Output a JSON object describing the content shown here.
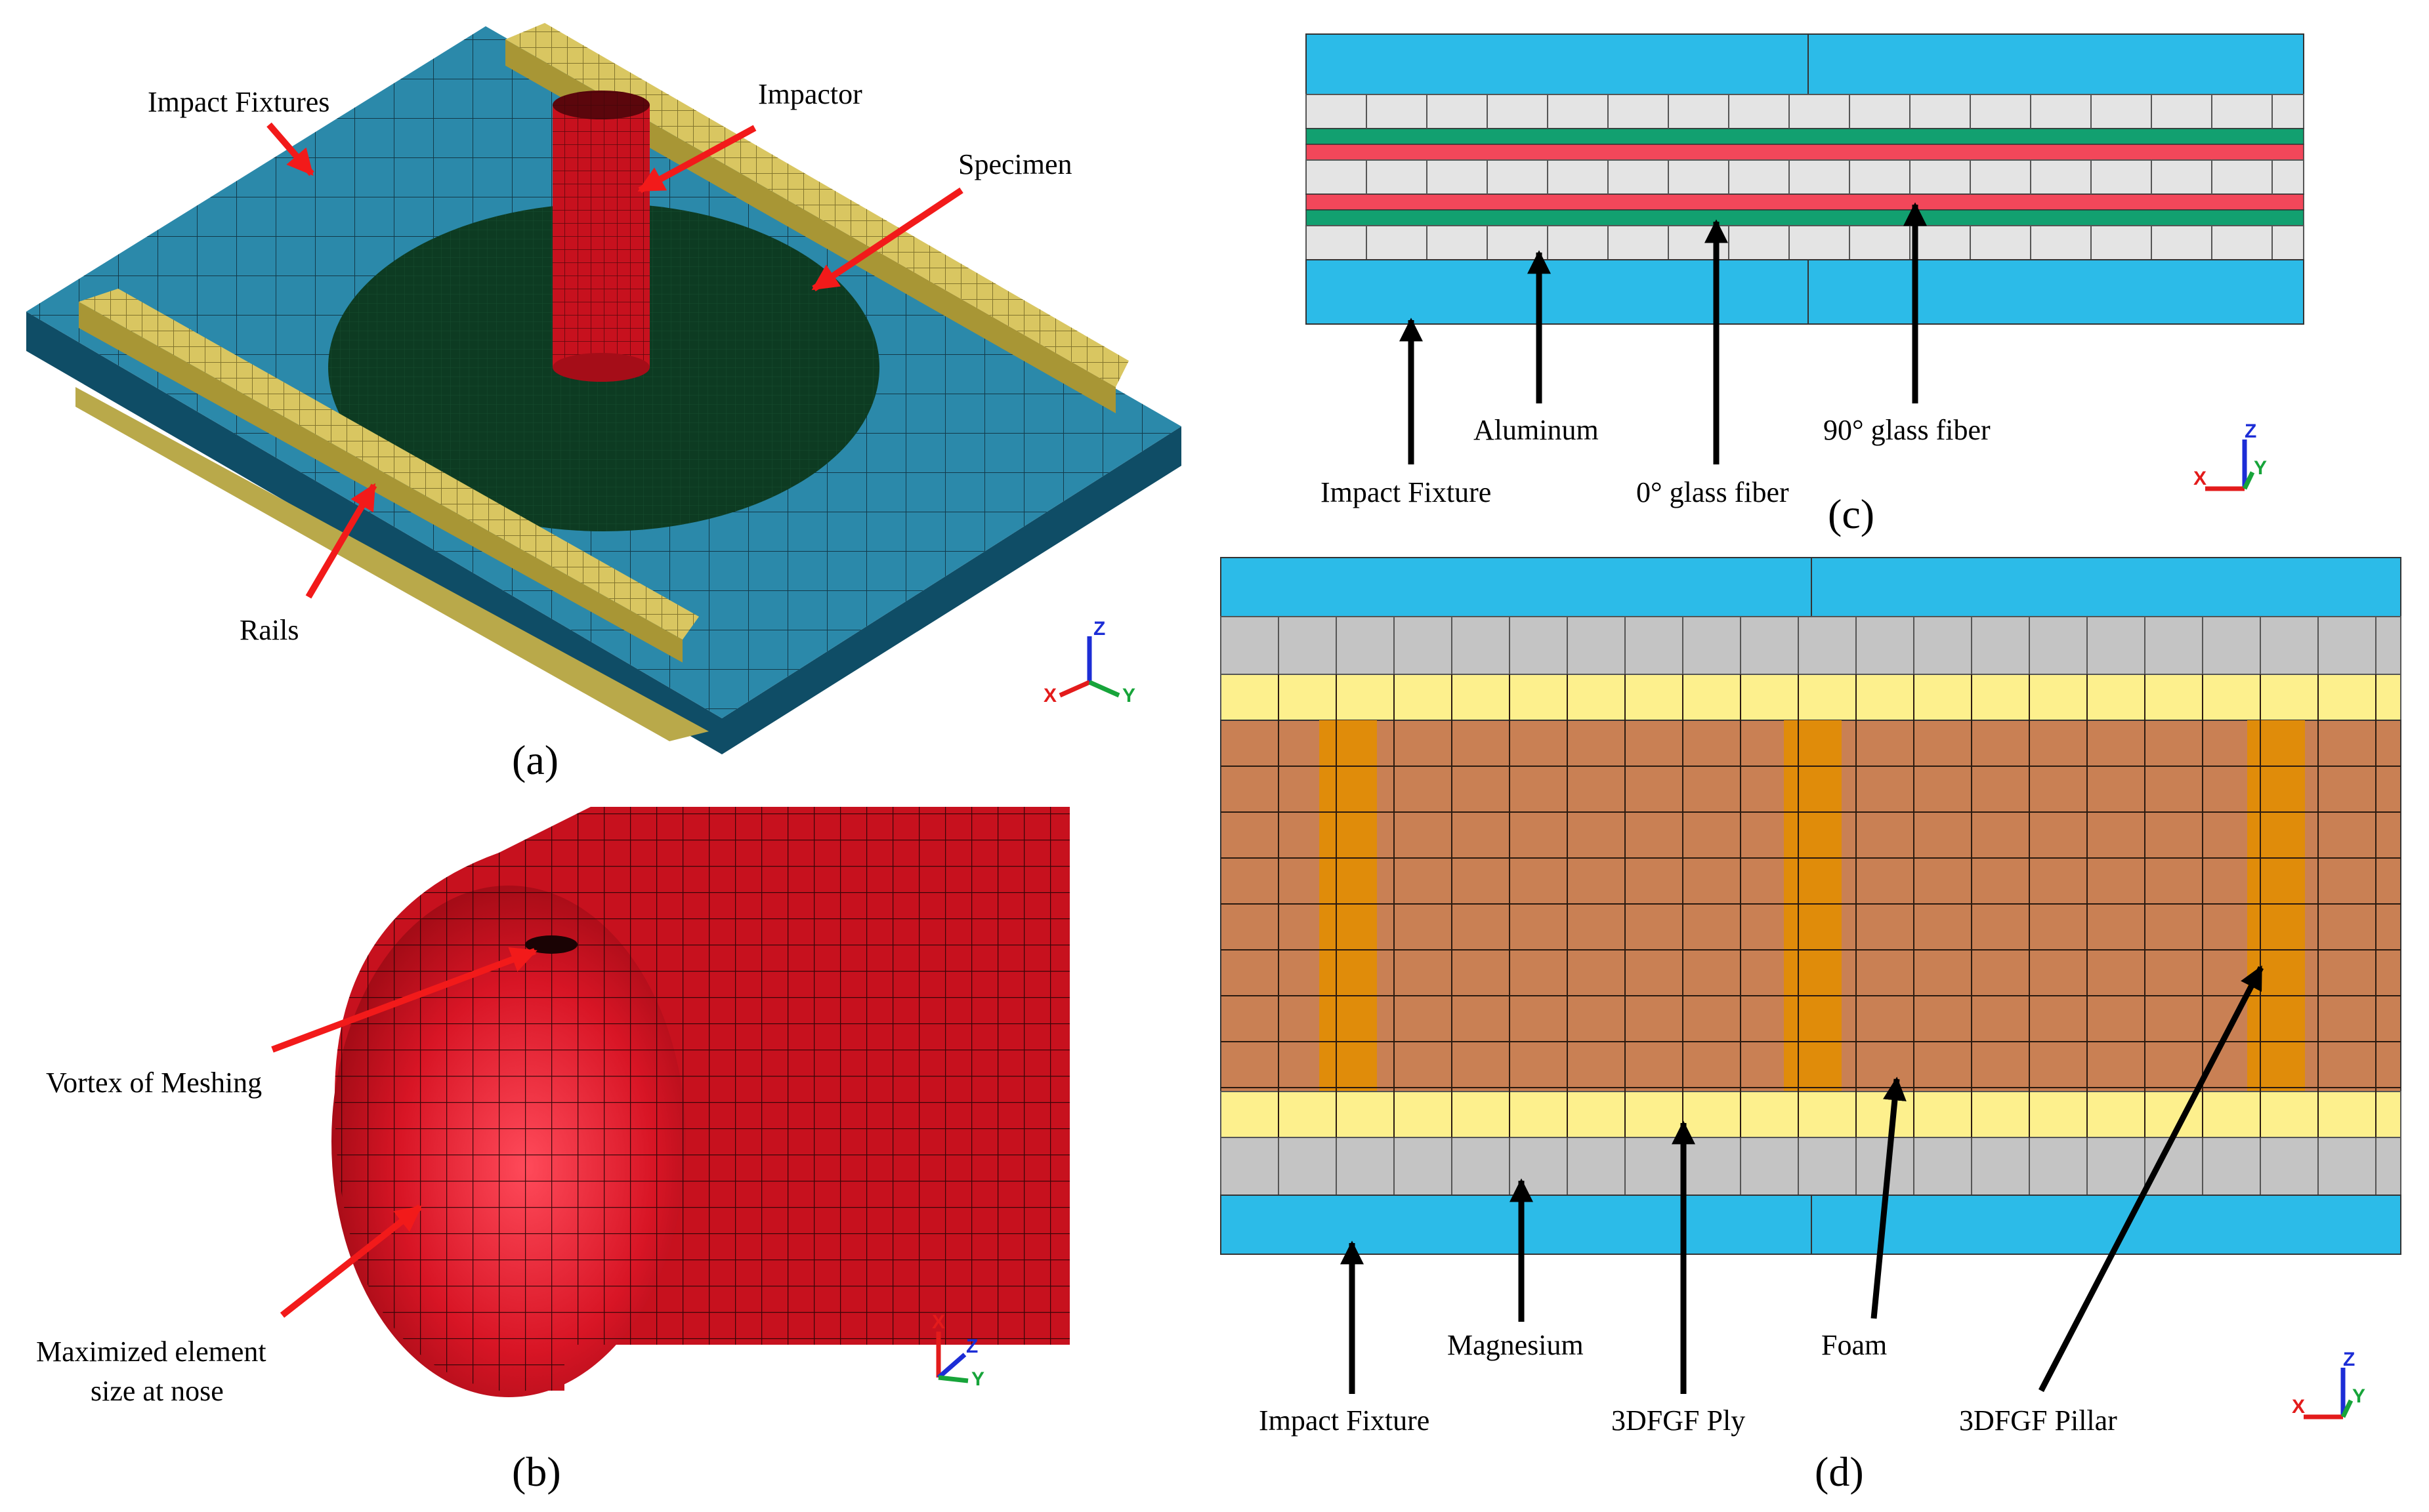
{
  "colors": {
    "fixture": "#2fa5cf",
    "fixture_bright": "#2cbbe8",
    "specimen": "#0d3b22",
    "impactor": "#c7111e",
    "rail": "#d9c661",
    "aluminum": "#e4e4e4",
    "glass0": "#f2475a",
    "glass90": "#12a070",
    "magnesium": "#c4c4c4",
    "ply": "#fdf08d",
    "foam": "#c98054",
    "pillar": "#e08c0a",
    "arrow_red": "#f21a1a",
    "arrow_black": "#000000",
    "axis_x": "#e31b1b",
    "axis_y": "#17a43a",
    "axis_z": "#1c2dd6"
  },
  "icons": [
    "triad-axis-icon"
  ],
  "panel_a": {
    "caption": "(a)",
    "labels": {
      "fixtures": "Impact Fixtures",
      "impactor": "Impactor",
      "specimen": "Specimen",
      "rails": "Rails"
    }
  },
  "panel_b": {
    "caption": "(b)",
    "labels": {
      "vortex": "Vortex of Meshing",
      "nose_line1": "Maximized element",
      "nose_line2": "size at nose"
    }
  },
  "panel_c": {
    "caption": "(c)",
    "labels": {
      "aluminum": "Aluminum",
      "glass90": "90° glass fiber",
      "fixture": "Impact Fixture",
      "glass0": "0° glass fiber"
    }
  },
  "panel_d": {
    "caption": "(d)",
    "labels": {
      "magnesium": "Magnesium",
      "foam": "Foam",
      "fixture": "Impact Fixture",
      "ply": "3DFGF Ply",
      "pillar": "3DFGF Pillar"
    }
  },
  "axes": {
    "x": "X",
    "y": "Y",
    "z": "Z"
  }
}
